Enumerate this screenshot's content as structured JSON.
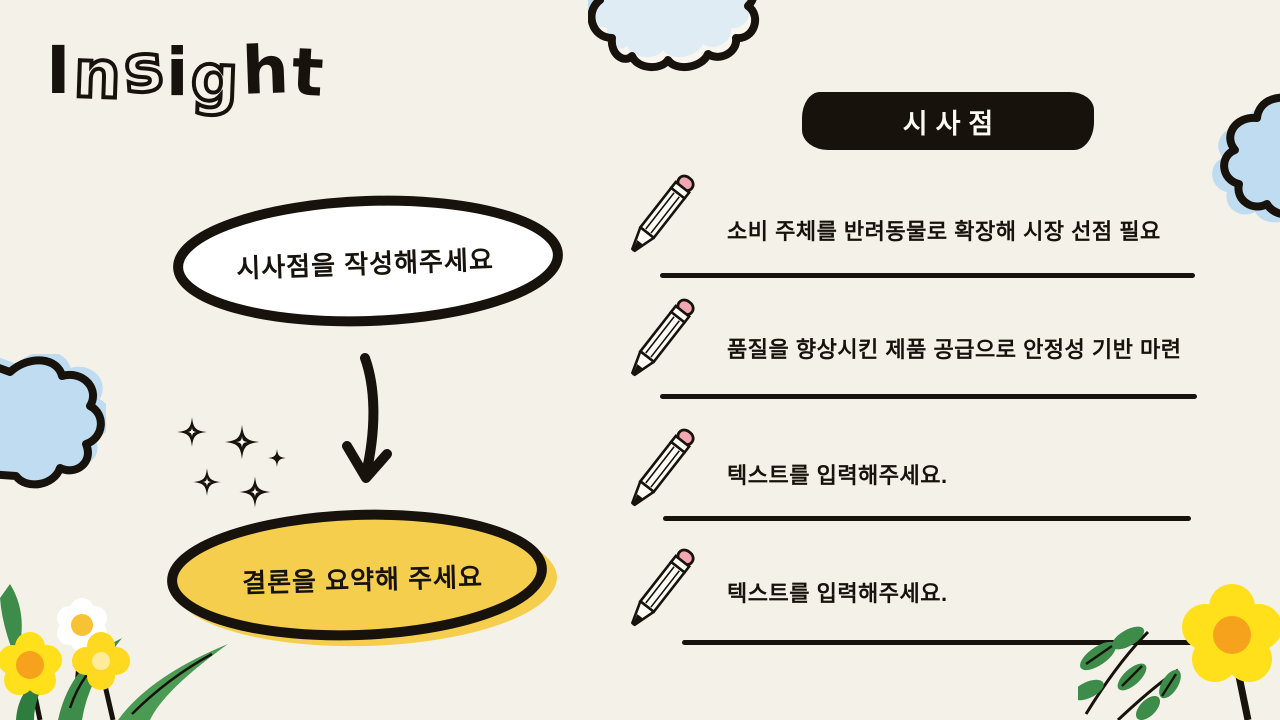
{
  "slide": {
    "background": "#F4F1E8",
    "ink": "#17130C"
  },
  "title": {
    "text": "Insight",
    "letters": [
      "I",
      "n",
      "s",
      "i",
      "g",
      "h",
      "t"
    ]
  },
  "flow": {
    "prompt_bubble_label": "시사점을 작성해주세요",
    "conclusion_bubble_label": "결론을 요약해 주세요",
    "conclusion_fill": "#F5CE4E",
    "arrow_icon": "down-arrow-icon",
    "sparkles_icon": "sparkles-icon"
  },
  "insights": {
    "header": "시사점",
    "header_bg": "#17130C",
    "header_text_color": "#FBFAF4",
    "items": [
      {
        "icon": "pencil-icon",
        "text": "소비 주체를 반려동물로 확장해 시장 선점 필요"
      },
      {
        "icon": "pencil-icon",
        "text": "품질을 향상시킨 제품 공급으로 안정성 기반 마련"
      },
      {
        "icon": "pencil-icon",
        "text": "텍스트를 입력해주세요."
      },
      {
        "icon": "pencil-icon",
        "text": "텍스트를 입력해주세요."
      }
    ]
  },
  "decor": {
    "cloud_icon": "cloud-icon",
    "cloud_fill": "#BFDCF1",
    "flower_icon": "flower-icon",
    "flower_yellow": "#FFE01A",
    "flower_center_orange": "#F6A21C",
    "flower_center_pale": "#FFEC9A",
    "daisy_white": "#FFFFFF",
    "leaf_green": "#3E8C4A",
    "pencil_eraser_pink": "#F3A7B3"
  }
}
